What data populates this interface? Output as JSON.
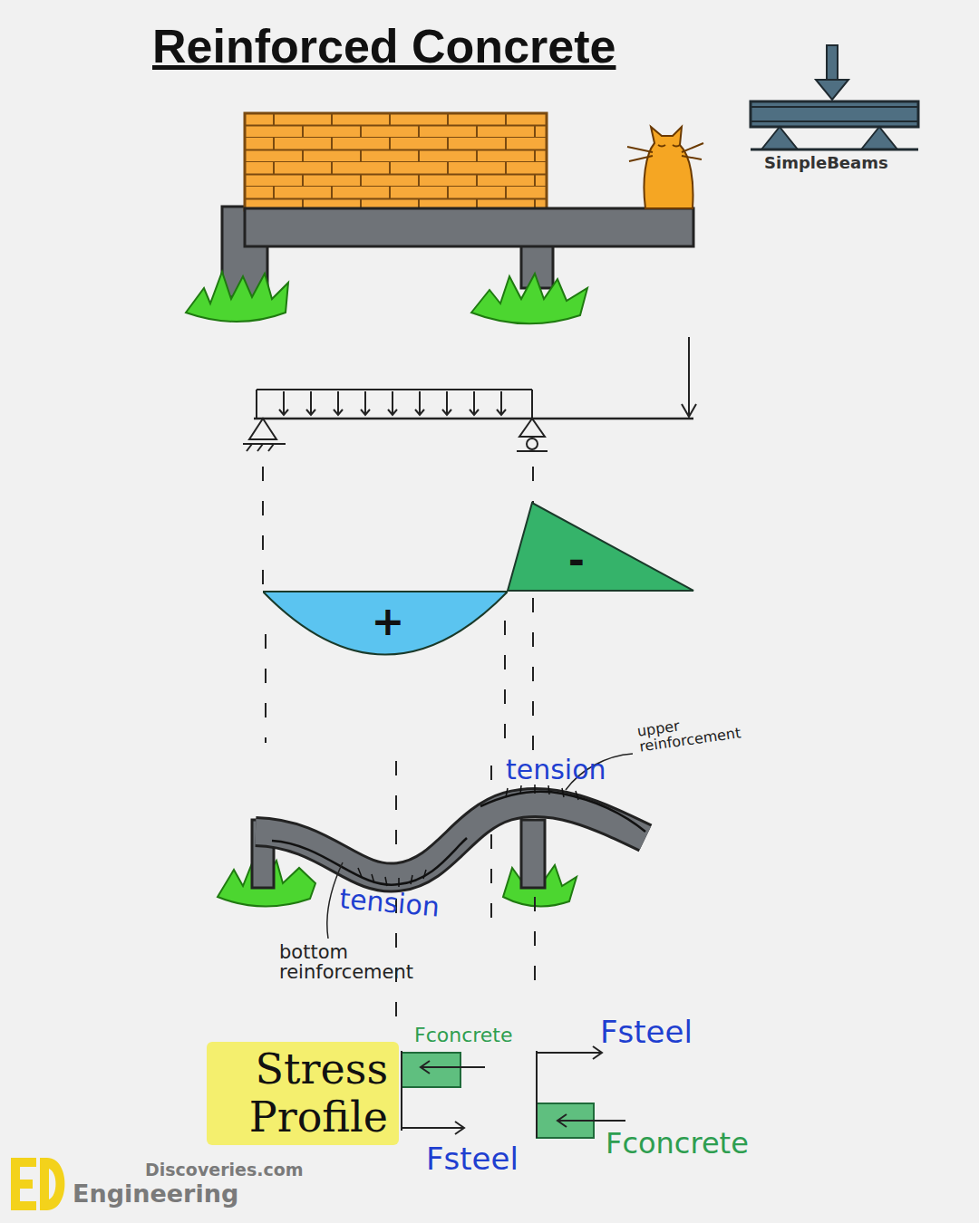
{
  "diagram": {
    "title": "Reinforced Concrete",
    "nodes": [
      {
        "text": [
          "+"
        ]
      },
      {
        "text": [
          "-"
        ]
      },
      {
        "text": [
          "Stress Profile"
        ]
      }
    ],
    "labels": [
      "SimpleBeams",
      "tension",
      "upper reinforcement",
      "tension",
      "bottom reinforcement",
      "Fconcrete",
      "Fsteel",
      "Fsteel",
      "Fconcrete",
      "Discoveries.com",
      "Engineering"
    ]
  }
}
